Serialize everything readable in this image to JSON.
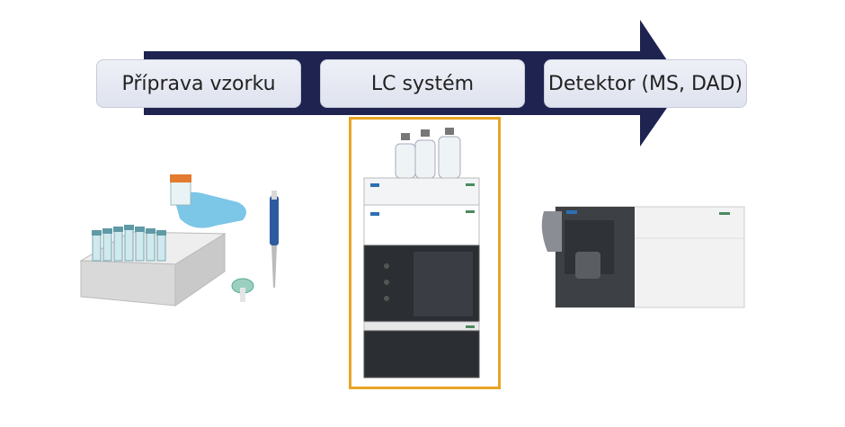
{
  "flow": {
    "steps": [
      {
        "label": "Příprava vzorku"
      },
      {
        "label": "LC systém"
      },
      {
        "label": "Detektor (MS, DAD)"
      }
    ],
    "highlighted_step": 1
  },
  "colors": {
    "arrow": "#1e2350",
    "highlight": "#e9a425",
    "step_fill": "#e6e9f3"
  },
  "icons": [
    "sample-preparation-illustration",
    "lc-instrument-stack",
    "ms-detector-instrument"
  ]
}
